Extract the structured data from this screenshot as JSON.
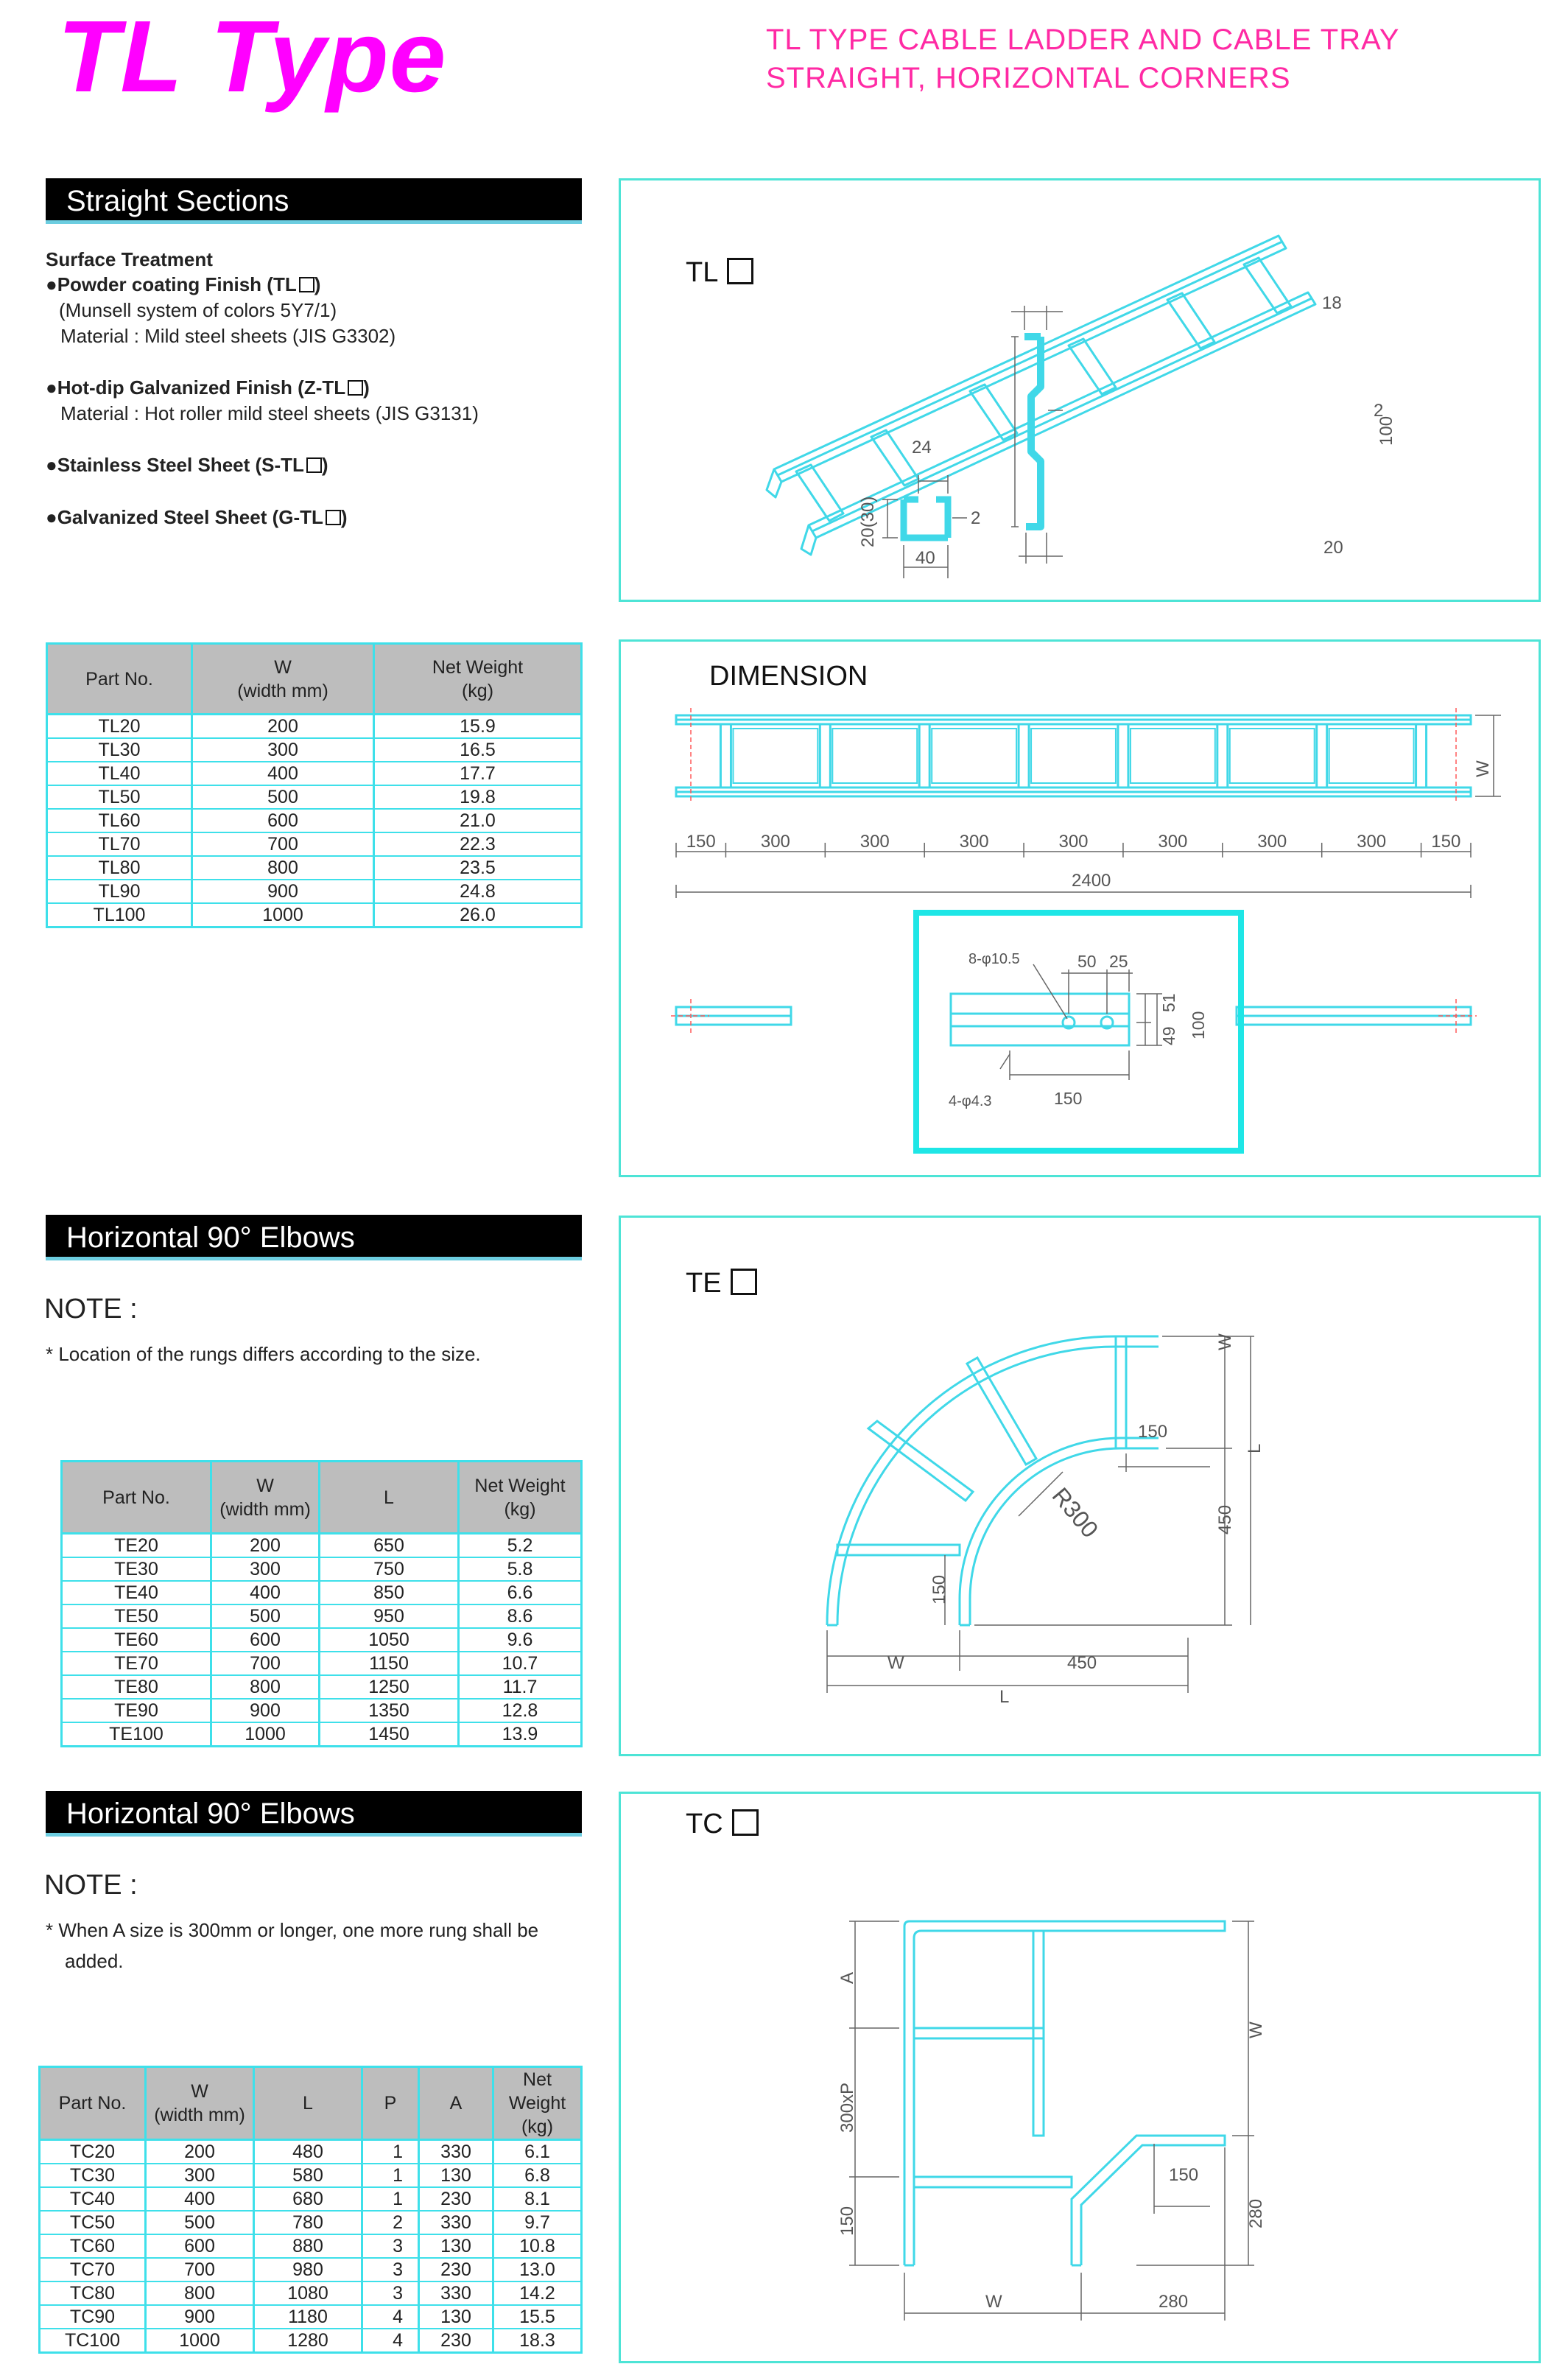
{
  "header": {
    "title": "TL Type",
    "subtitle_line1": "TL TYPE CABLE LADDER AND CABLE TRAY",
    "subtitle_line2": "STRAIGHT, HORIZONTAL CORNERS"
  },
  "colors": {
    "title": "#ff00ff",
    "subtitle": "#ff2aa4",
    "accent": "#4de4d6",
    "header_bg": "#000000",
    "table_head": "#bdbdbd"
  },
  "straight": {
    "heading": "Straight Sections",
    "surface_title": "Surface Treatment",
    "powder_label": "●Powder coating Finish (TL",
    "powder_close": ")",
    "munsell": "(Munsell system of colors 5Y7/1)",
    "material1": "Material : Mild steel sheets (JIS G3302)",
    "hotdip_label": "●Hot-dip Galvanized Finish (Z-TL",
    "hotdip_close": ")",
    "material2": "Material : Hot roller mild steel sheets (JIS G3131)",
    "stainless_label": "●Stainless Steel Sheet (S-TL",
    "stainless_close": ")",
    "galv_label": "●Galvanized Steel Sheet (G-TL",
    "galv_close": ")",
    "table": {
      "headers": {
        "part": "Part No.",
        "w1": "W",
        "w2": "(width mm)",
        "nw1": "Net Weight",
        "nw2": "(kg)"
      },
      "rows": [
        [
          "TL20",
          "200",
          "15.9"
        ],
        [
          "TL30",
          "300",
          "16.5"
        ],
        [
          "TL40",
          "400",
          "17.7"
        ],
        [
          "TL50",
          "500",
          "19.8"
        ],
        [
          "TL60",
          "600",
          "21.0"
        ],
        [
          "TL70",
          "700",
          "22.3"
        ],
        [
          "TL80",
          "800",
          "23.5"
        ],
        [
          "TL90",
          "900",
          "24.8"
        ],
        [
          "TL100",
          "1000",
          "26.0"
        ]
      ]
    },
    "diagram": {
      "label": "TL",
      "dims": {
        "d18": "18",
        "d100": "100",
        "d2a": "2",
        "d20": "20",
        "d24": "24",
        "d2b": "2",
        "d2030": "20(30)",
        "d40": "40"
      }
    }
  },
  "dimension": {
    "title": "DIMENSION",
    "spans": [
      "150",
      "300",
      "300",
      "300",
      "300",
      "300",
      "300",
      "300",
      "150"
    ],
    "total": "2400",
    "w": "W",
    "detail": {
      "holes8": "8-φ10.5",
      "d50": "50",
      "d25": "25",
      "d51": "51",
      "d100": "100",
      "d49": "49",
      "holes4": "4-φ4.3",
      "d150": "150"
    }
  },
  "elbows": {
    "heading": "Horizontal 90° Elbows",
    "note_title": "NOTE :",
    "note": "* Location of the rungs differs according to the size.",
    "table": {
      "headers": {
        "part": "Part No.",
        "w1": "W",
        "w2": "(width mm)",
        "l": "L",
        "nw1": "Net Weight",
        "nw2": "(kg)"
      },
      "rows": [
        [
          "TE20",
          "200",
          "650",
          "5.2"
        ],
        [
          "TE30",
          "300",
          "750",
          "5.8"
        ],
        [
          "TE40",
          "400",
          "850",
          "6.6"
        ],
        [
          "TE50",
          "500",
          "950",
          "8.6"
        ],
        [
          "TE60",
          "600",
          "1050",
          "9.6"
        ],
        [
          "TE70",
          "700",
          "1150",
          "10.7"
        ],
        [
          "TE80",
          "800",
          "1250",
          "11.7"
        ],
        [
          "TE90",
          "900",
          "1350",
          "12.8"
        ],
        [
          "TE100",
          "1000",
          "1450",
          "13.9"
        ]
      ]
    },
    "diagram": {
      "label": "TE",
      "w_side": "W",
      "l_side": "L",
      "d450_side": "450",
      "d150_top": "150",
      "radius": "R300",
      "d150_left": "150",
      "w_bottom": "W",
      "d450_bottom": "450",
      "l_bottom": "L"
    }
  },
  "corners": {
    "heading": "Horizontal 90° Elbows",
    "note_title": "NOTE :",
    "note_line1": "* When A size is 300mm or longer, one more rung shall be",
    "note_line2": "added.",
    "table": {
      "headers": {
        "part": "Part No.",
        "w1": "W",
        "w2": "(width mm)",
        "l": "L",
        "p": "P",
        "a": "A",
        "nw1": "Net Weight",
        "nw2": "(kg)"
      },
      "rows": [
        [
          "TC20",
          "200",
          "480",
          "1",
          "330",
          "6.1"
        ],
        [
          "TC30",
          "300",
          "580",
          "1",
          "130",
          "6.8"
        ],
        [
          "TC40",
          "400",
          "680",
          "1",
          "230",
          "8.1"
        ],
        [
          "TC50",
          "500",
          "780",
          "2",
          "330",
          "9.7"
        ],
        [
          "TC60",
          "600",
          "880",
          "3",
          "130",
          "10.8"
        ],
        [
          "TC70",
          "700",
          "980",
          "3",
          "230",
          "13.0"
        ],
        [
          "TC80",
          "800",
          "1080",
          "3",
          "330",
          "14.2"
        ],
        [
          "TC90",
          "900",
          "1180",
          "4",
          "130",
          "15.5"
        ],
        [
          "TC100",
          "1000",
          "1280",
          "4",
          "230",
          "18.3"
        ]
      ]
    },
    "diagram": {
      "label": "TC",
      "a": "A",
      "p": "300xP",
      "d150_left": "150",
      "w_side": "W",
      "d150": "150",
      "d280_side": "280",
      "w_bottom": "W",
      "d280_bottom": "280"
    }
  }
}
